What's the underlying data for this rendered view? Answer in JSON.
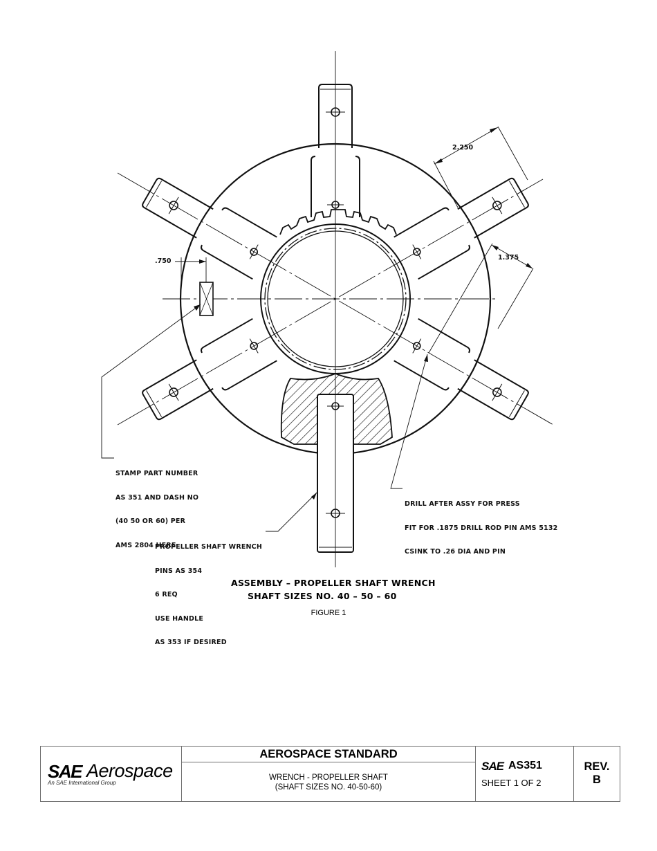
{
  "drawing": {
    "dimensions": {
      "arm_length": "2.250",
      "pin_offset": "1.375",
      "stamp_offset": ".750"
    },
    "notes": {
      "stamp": [
        "STAMP PART NUMBER",
        "AS 351 AND DASH NO",
        "(40 50 OR 60) PER",
        "AMS 2804 HERE"
      ],
      "drill": [
        "DRILL AFTER ASSY FOR PRESS",
        "FIT FOR .1875 DRILL ROD PIN AMS 5132",
        "CSINK TO .26 DIA AND PIN"
      ],
      "wrench": [
        "PROPELLER SHAFT WRENCH",
        "PINS AS 354",
        "6 REQ",
        "USE HANDLE",
        "AS 353 IF DESIRED"
      ]
    },
    "caption": {
      "line1": "ASSEMBLY – PROPELLER SHAFT WRENCH",
      "line2": "SHAFT SIZES  NO. 40 – 50 – 60"
    },
    "figure_label": "FIGURE 1"
  },
  "title_block": {
    "logo": {
      "brand": "SAE",
      "name": "Aerospace",
      "tagline": "An SAE International Group"
    },
    "header": "AEROSPACE STANDARD",
    "title_line1": "WRENCH - PROPELLER SHAFT",
    "title_line2": "(SHAFT SIZES NO. 40-50-60)",
    "doc_brand": "SAE",
    "doc_number": "AS351",
    "sheet": "SHEET 1 OF 2",
    "rev_label": "REV.",
    "rev_value": "B"
  }
}
